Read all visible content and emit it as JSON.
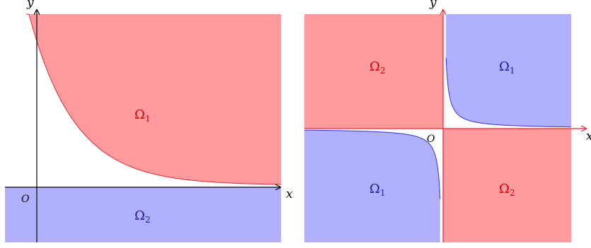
{
  "colors": {
    "red_fill": "#ff9a9e",
    "red_stroke": "#e6282f",
    "blue_fill": "#b0b0ff",
    "blue_stroke": "#3333dd",
    "red_label": "#d40000",
    "blue_label": "#1a1aa6"
  },
  "left_panel": {
    "x_label": "x",
    "y_label": "y",
    "origin": "O",
    "region_upper": {
      "symbol": "Ω",
      "sub": "1"
    },
    "region_lower": {
      "symbol": "Ω",
      "sub": "2"
    }
  },
  "right_panel": {
    "x_label": "x",
    "y_label": "y",
    "origin": "O",
    "top_left": {
      "symbol": "Ω",
      "sub": "2"
    },
    "top_right": {
      "symbol": "Ω",
      "sub": "1"
    },
    "bottom_left": {
      "symbol": "Ω",
      "sub": "1"
    },
    "bottom_right": {
      "symbol": "Ω",
      "sub": "2"
    }
  }
}
